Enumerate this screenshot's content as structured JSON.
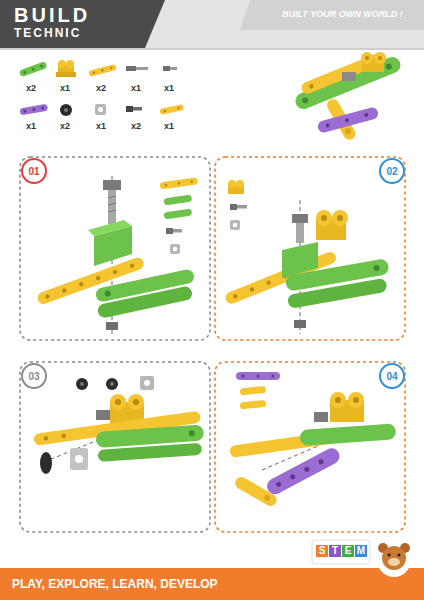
{
  "diagram": {
    "title": "BUILD",
    "nodes": [
      {
        "text": [
          "01"
        ]
      },
      {
        "text": [
          "02"
        ]
      },
      {
        "text": [
          "03"
        ]
      },
      {
        "text": [
          "04"
        ]
      }
    ],
    "labels": [
      "TECHNIC",
      "BUILT YOUR OWN WORLD !",
      "x2",
      "x1",
      "x2",
      "x1",
      "x1",
      "x1",
      "x2",
      "x1",
      "x2",
      "x1",
      "PLAY, EXPLORE, LEARN, DEVELOP",
      "S",
      "T",
      "E",
      "M"
    ]
  }
}
